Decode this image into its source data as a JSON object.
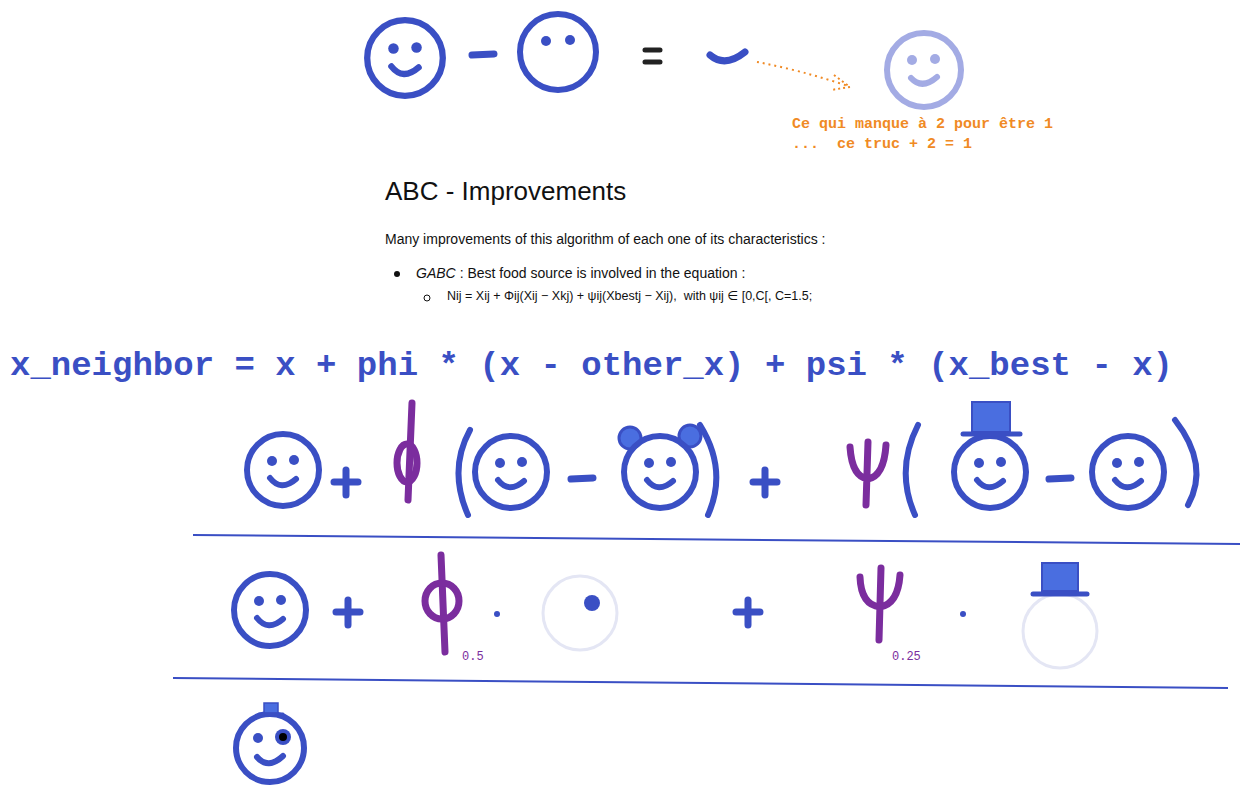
{
  "diagram": {
    "title": "ABC - Improvements",
    "labels": [
      "Ce qui manque à 2 pour être 1",
      "...  ce truc + 2 = 1",
      "Many improvements of this algorithm of each one of its characteristics :",
      "GABC",
      ": Best food source is involved in the equation :",
      "Nij = Xij + Φij(Xij − Xkj) + ψij(Xbestj − Xij),  with ψij ∈ [0,C[, C=1.5;",
      "x_neighbor = x + phi * (x - other_x) + psi * (x_best - x)",
      "0.5",
      "0.25"
    ]
  }
}
